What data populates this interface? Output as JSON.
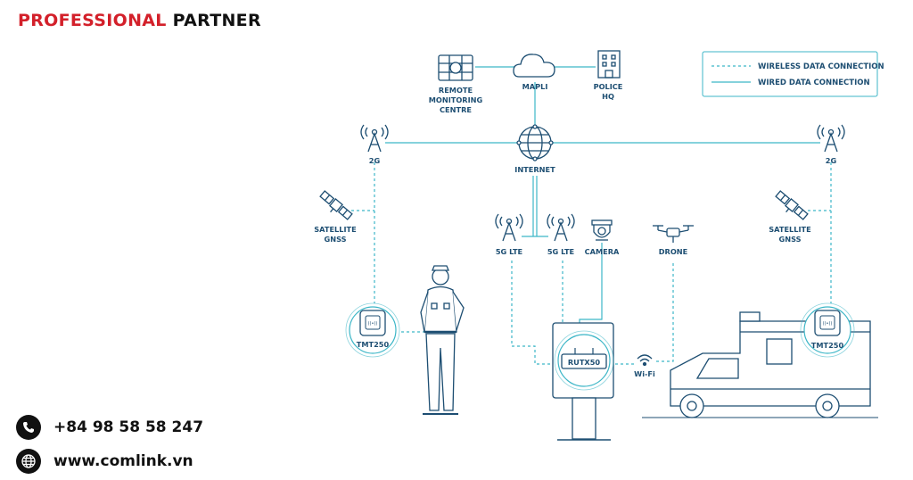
{
  "brand": {
    "word1": "PROFESSIONAL",
    "word2": "PARTNER"
  },
  "contact": {
    "phone": "+84 98 58 58 247",
    "website": "www.comlink.vn"
  },
  "legend": {
    "wireless": "WIRELESS DATA CONNECTION",
    "wired": "WIRED DATA CONNECTION"
  },
  "nodes": {
    "remote1": "REMOTE",
    "remote2": "MONITORING",
    "remote3": "CENTRE",
    "mapli": "MAPLI",
    "police1": "POLICE",
    "police2": "HQ",
    "internet": "INTERNET",
    "tower_left": "2G",
    "tower_right": "2G",
    "sat_left1": "SATELLITE",
    "sat_left2": "GNSS",
    "sat_right1": "SATELLITE",
    "sat_right2": "GNSS",
    "lte1": "5G LTE",
    "lte2": "5G LTE",
    "camera": "CAMERA",
    "drone": "DRONE",
    "tmt_left": "TMT250",
    "tmt_right": "TMT250",
    "router": "RUTX50",
    "wifi": "Wi-Fi"
  },
  "colors": {
    "accent": "#d3202a",
    "line": "#3cb6c7",
    "ink": "#1d4e72"
  },
  "icons": [
    "phone-icon",
    "globe-icon",
    "satellite-dish-icon",
    "cloud-icon",
    "building-icon",
    "globe-icon",
    "cell-tower-icon",
    "satellite-icon",
    "camera-icon",
    "drone-icon",
    "police-officer",
    "wifi-icon",
    "ambulance"
  ]
}
